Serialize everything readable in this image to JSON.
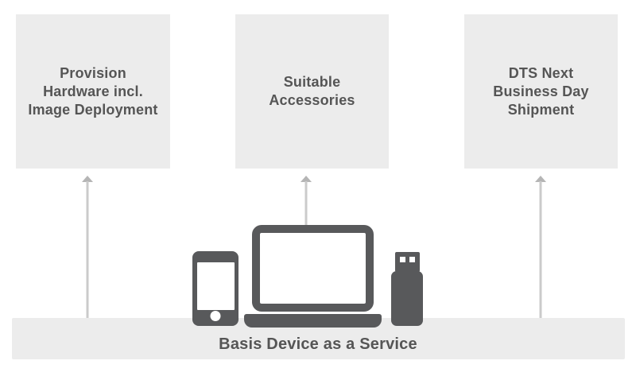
{
  "boxes": [
    {
      "id": "provision-hardware",
      "label": "Provision\nHardware incl.\nImage Deployment"
    },
    {
      "id": "suitable-accessories",
      "label": "Suitable\nAccessories"
    },
    {
      "id": "dts-shipment",
      "label": "DTS Next\nBusiness Day\nShipment"
    }
  ],
  "base": {
    "label": "Basis Device as a Service"
  },
  "arrows": [
    {
      "direction": "up",
      "points_to": "Provision Hardware incl. Image Deployment"
    },
    {
      "direction": "up",
      "points_to": "Suitable Accessories"
    },
    {
      "direction": "up",
      "points_to": "DTS Next Business Day Shipment"
    }
  ],
  "icons": [
    {
      "name": "smartphone-icon"
    },
    {
      "name": "laptop-icon"
    },
    {
      "name": "usb-stick-icon"
    }
  ],
  "colors": {
    "box_fill": "#ececec",
    "band_fill": "#ececec",
    "label_text": "#555555",
    "device_fill": "#58595b",
    "arrow_line": "#cbcbcb",
    "arrow_head": "#b5b5b5",
    "background": "#ffffff",
    "screen_fill": "#ffffff"
  }
}
